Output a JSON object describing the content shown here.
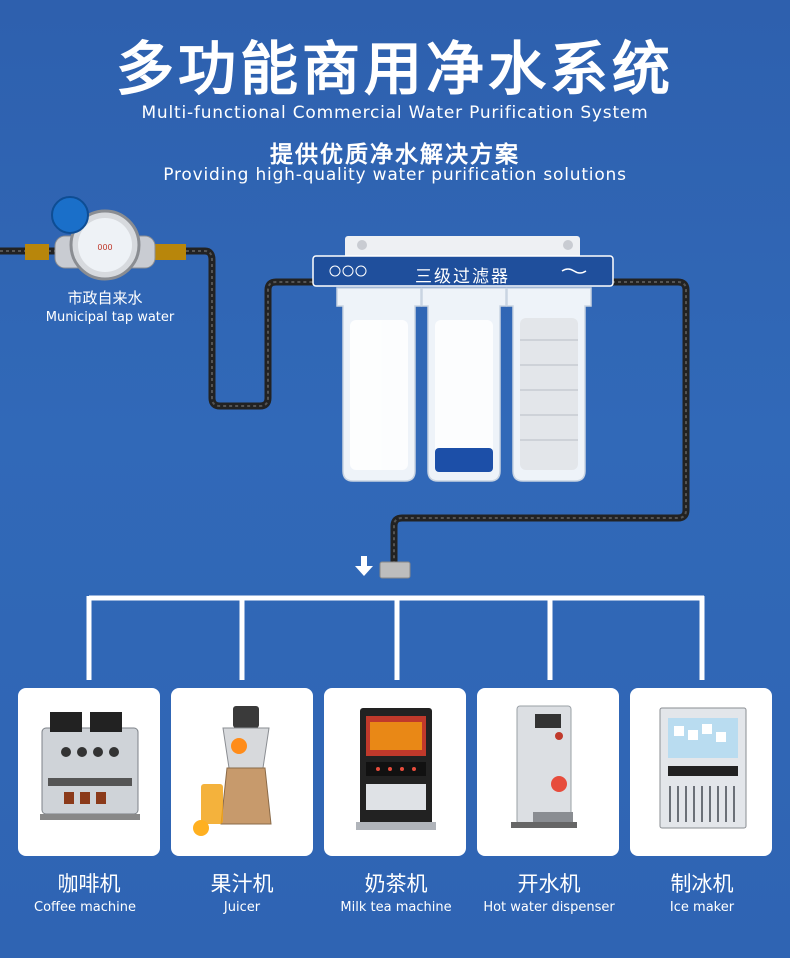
{
  "header": {
    "title": "多功能商用净水系统",
    "subtitle": "Multi-functional Commercial Water Purification System",
    "tagline_cn": "提供优质净水解决方案",
    "tagline_en": "Providing high-quality water purification solutions"
  },
  "source": {
    "label_cn": "市政自来水",
    "label_en": "Municipal tap water"
  },
  "filter_unit": {
    "label": "三级过滤器"
  },
  "appliances": [
    {
      "label_cn": "咖啡机",
      "label_en": "Coffee machine"
    },
    {
      "label_cn": "果汁机",
      "label_en": "Juicer"
    },
    {
      "label_cn": "奶茶机",
      "label_en": "Milk tea machine"
    },
    {
      "label_cn": "开水机",
      "label_en": "Hot water dispenser"
    },
    {
      "label_cn": "制冰机",
      "label_en": "Ice maker"
    }
  ],
  "colors": {
    "background": "#2f64b3",
    "filter_band": "#1f4f9c",
    "pipe": "#2b2b2b",
    "card": "#ffffff"
  }
}
